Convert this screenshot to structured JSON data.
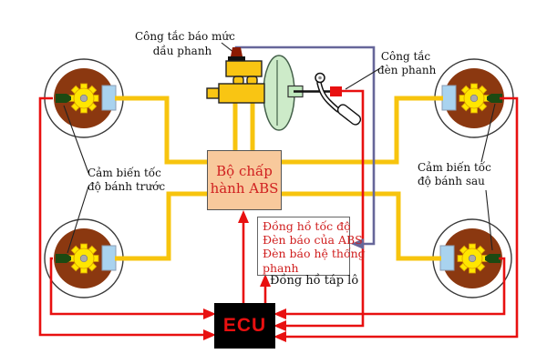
{
  "labels": {
    "fluid_switch_l1": "Công tắc báo mức",
    "fluid_switch_l2": "dầu phanh",
    "brake_light_l1": "Công tắc",
    "brake_light_l2": "đèn phanh",
    "front_sensor_l1": "Cảm biến tốc",
    "front_sensor_l2": "độ bánh trước",
    "rear_sensor_l1": "Cảm biến tốc",
    "rear_sensor_l2": "độ bánh sau",
    "dashboard": "Đồng hồ táp lô"
  },
  "abs_actuator": {
    "l1": "Bộ chấp",
    "l2": "hành ABS"
  },
  "ecu": {
    "label": "ECU"
  },
  "indicator_box": {
    "l1": "Đồng hồ tốc độ",
    "l2": "Đèn báo của ABS",
    "l3": "Đèn báo hệ thống",
    "l4": "phanh"
  },
  "colors": {
    "brake_line_yellow": "#F7C40E",
    "sensor_wire_red": "#E81010",
    "level_switch_wire_violet": "#666699",
    "wheel_hub_brown": "#8B3810",
    "reluctor_gear_yellow": "#FFE600",
    "abs_box_fill": "#F8C99C",
    "abs_box_text": "#D02020",
    "ecu_fill": "#000000",
    "ecu_text": "#E81010",
    "booster_green": "#CDEBC9",
    "master_cylinder_yellow": "#F9C513",
    "wheel_cylinder_blue": "#A9D3EF",
    "speed_sensor_green": "#1C4A12"
  }
}
